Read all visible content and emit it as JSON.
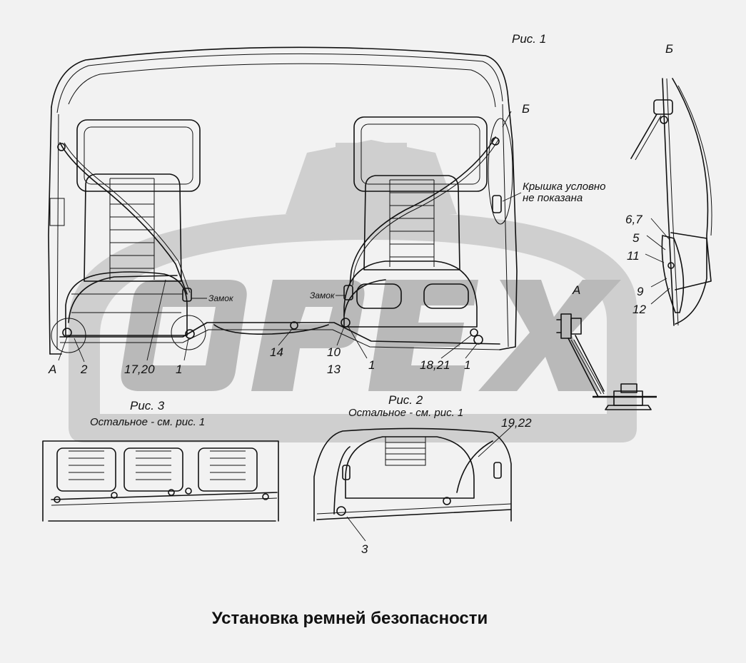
{
  "title": "Установка ремней безопасности",
  "figures": {
    "fig1": "Рис. 1",
    "fig2": "Рис. 2",
    "fig2_note": "Остальное - см. рис. 1",
    "fig3": "Рис. 3",
    "fig3_note": "Остальное - см. рис. 1"
  },
  "views": {
    "a": "А",
    "b": "Б"
  },
  "notes": {
    "zamok_left": "Замок",
    "zamok_right": "Замок",
    "cover_line1": "Крышка условно",
    "cover_line2": "не показана"
  },
  "callouts": {
    "c_a": "А",
    "c_2": "2",
    "c_17_20": "17,20",
    "c_1_left": "1",
    "c_14": "14",
    "c_10": "10",
    "c_13": "13",
    "c_1_mid": "1",
    "c_18_21": "18,21",
    "c_1_right": "1",
    "c_b_top": "Б",
    "c_6_7": "6,7",
    "c_5": "5",
    "c_11": "11",
    "c_9": "9",
    "c_12": "12",
    "c_19_22": "19,22",
    "c_3": "3"
  },
  "watermark": "OPEX"
}
